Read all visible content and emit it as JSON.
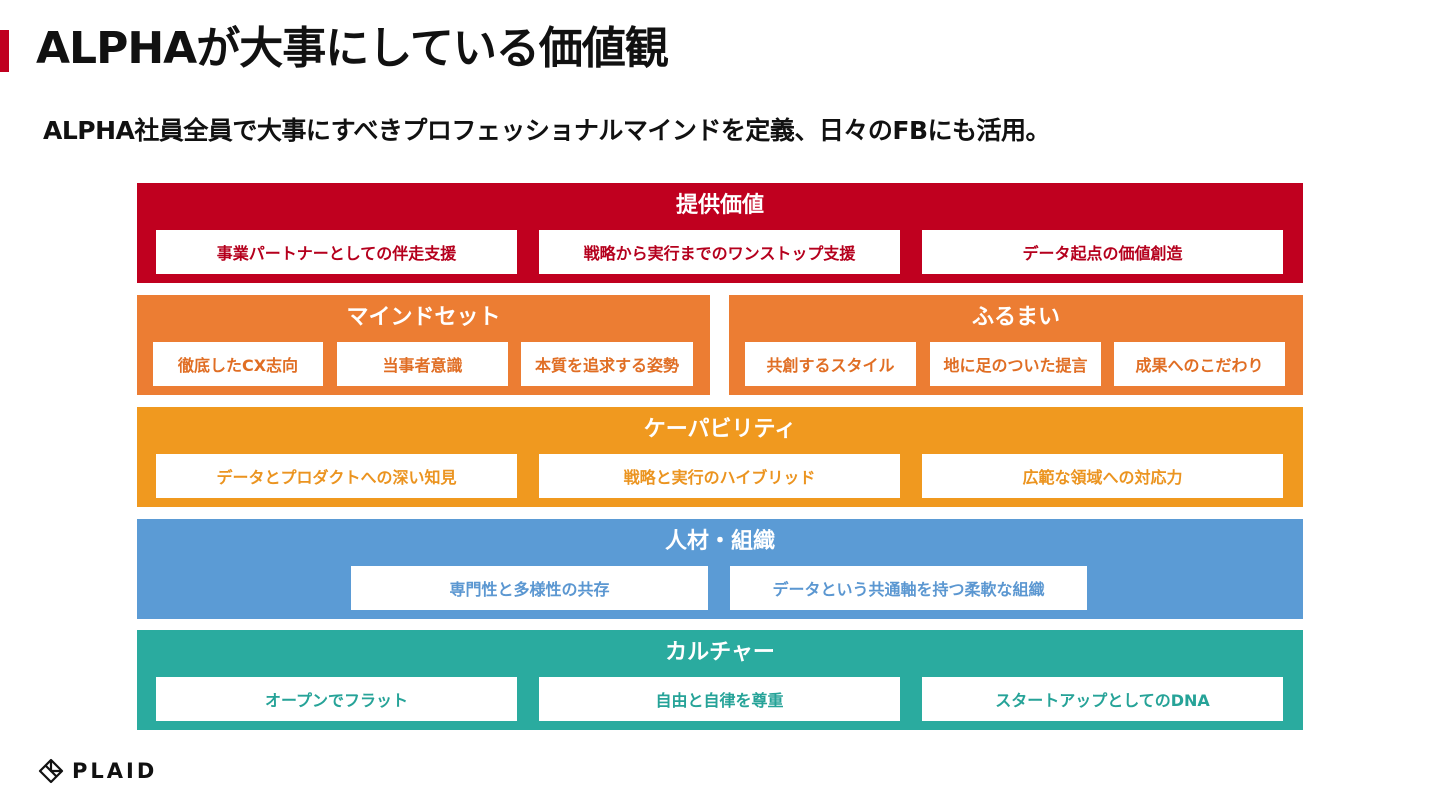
{
  "header": {
    "title": "ALPHAが大事にしている価値観",
    "subtitle": "ALPHA社員全員で大事にすべきプロフェッショナルマインドを定義、日々のFBにも活用。"
  },
  "framework": {
    "value": {
      "label": "提供価値",
      "color": "#c0001f",
      "items": [
        "事業パートナーとしての伴走支援",
        "戦略から実行までのワンストップ支援",
        "データ起点の価値創造"
      ]
    },
    "mindset": {
      "label": "マインドセット",
      "color": "#ec7d33",
      "items": [
        "徹底したCX志向",
        "当事者意識",
        "本質を追求する姿勢"
      ]
    },
    "behavior": {
      "label": "ふるまい",
      "color": "#ec7d33",
      "items": [
        "共創するスタイル",
        "地に足のついた提言",
        "成果へのこだわり"
      ]
    },
    "capability": {
      "label": "ケーパビリティ",
      "color": "#f0991f",
      "items": [
        "データとプロダクトへの深い知見",
        "戦略と実行のハイブリッド",
        "広範な領域への対応力"
      ]
    },
    "people": {
      "label": "人材・組織",
      "color": "#5b9bd5",
      "items": [
        "専門性と多様性の共存",
        "データという共通軸を持つ柔軟な組織"
      ]
    },
    "culture": {
      "label": "カルチャー",
      "color": "#2aab9f",
      "items": [
        "オープンでフラット",
        "自由と自律を尊重",
        "スタートアップとしてのDNA"
      ]
    }
  },
  "footer": {
    "logo_text": "PLAID",
    "logo_icon": "plaid-logo-icon"
  }
}
